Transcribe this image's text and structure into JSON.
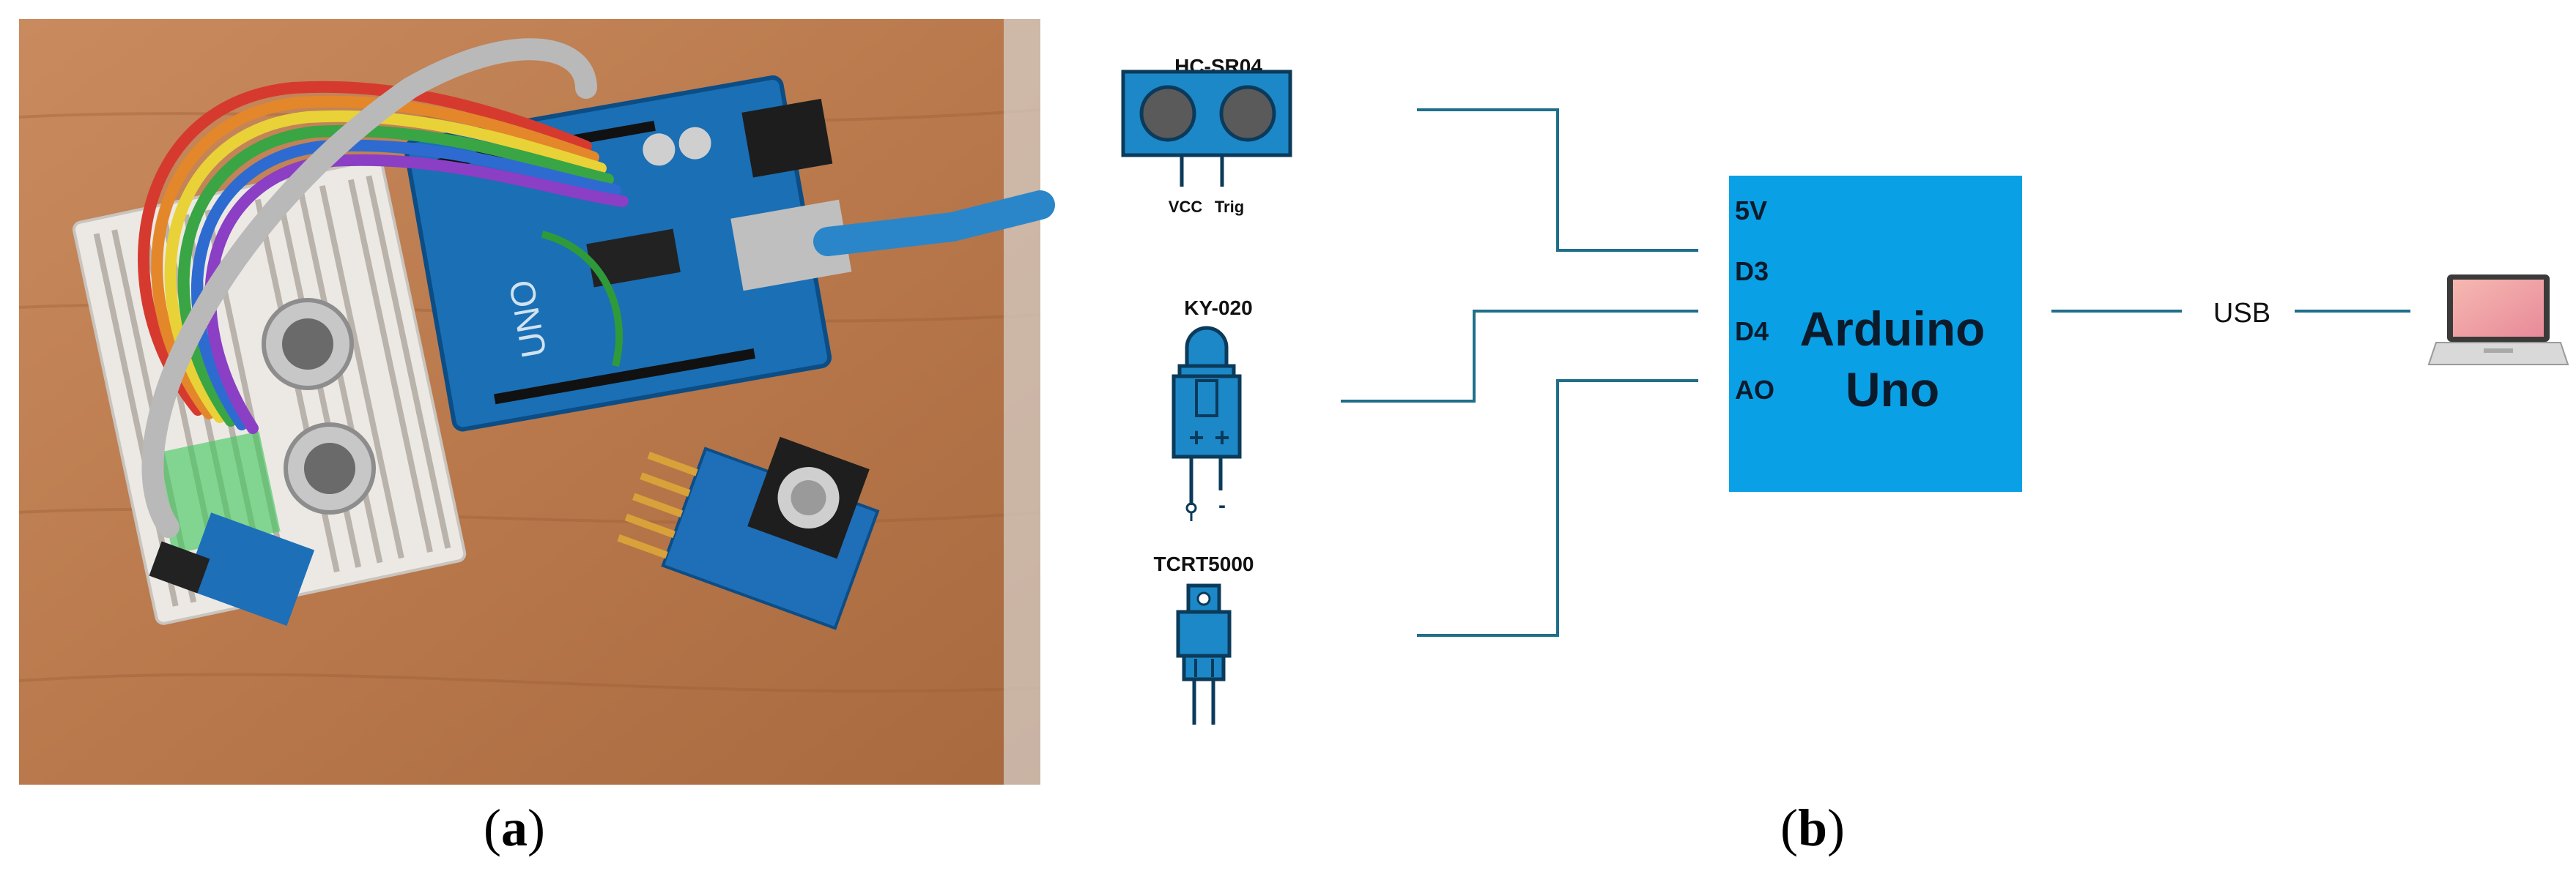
{
  "captions": {
    "a": "a",
    "b": "b"
  },
  "sensors": {
    "hcsr04": {
      "name": "HC-SR04",
      "pin_labels": [
        "VCC",
        "Trig"
      ]
    },
    "ky020": {
      "name": "KY-020",
      "plus": "+",
      "minus": "-"
    },
    "tcrt5000": {
      "name": "TCRT5000"
    }
  },
  "board": {
    "title_line1": "Arduino",
    "title_line2": "Uno",
    "pins": [
      "5V",
      "D3",
      "D4",
      "AO"
    ],
    "color": "#0aa0e6"
  },
  "connection": {
    "usb_label": "USB"
  },
  "colors": {
    "wire": "#1f6f8b",
    "component_blue": "#1c88c7",
    "component_dark": "#0b3a5a"
  },
  "icons": [
    "laptop-icon",
    "ultrasonic-sensor-icon",
    "tilt-switch-sensor-icon",
    "optical-sensor-icon"
  ]
}
